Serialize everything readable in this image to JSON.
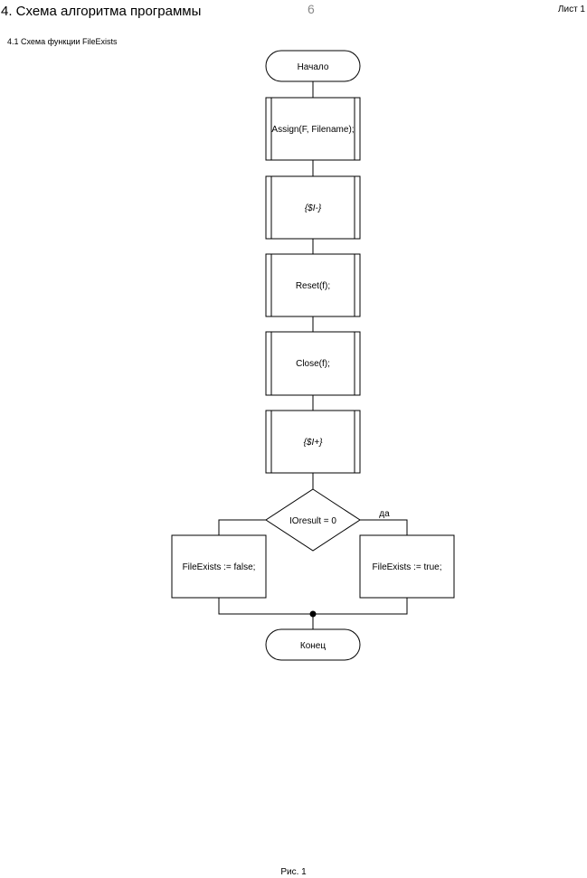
{
  "header": {
    "title": "4. Схема алгоритма программы",
    "page_number": "6",
    "sheet": "Лист 1"
  },
  "subtitle": "4.1 Схема функции FileExists",
  "flowchart": {
    "start": "Начало",
    "steps": [
      "Assign(F, Filename);",
      "{$I-}",
      "Reset(f);",
      "Close(f);",
      "{$I+}"
    ],
    "decision": {
      "condition": "IOresult = 0",
      "yes_label": "да",
      "no_branch": "FileExists := false;",
      "yes_branch": "FileExists := true;"
    },
    "end": "Конец"
  },
  "caption": "Рис. 1"
}
